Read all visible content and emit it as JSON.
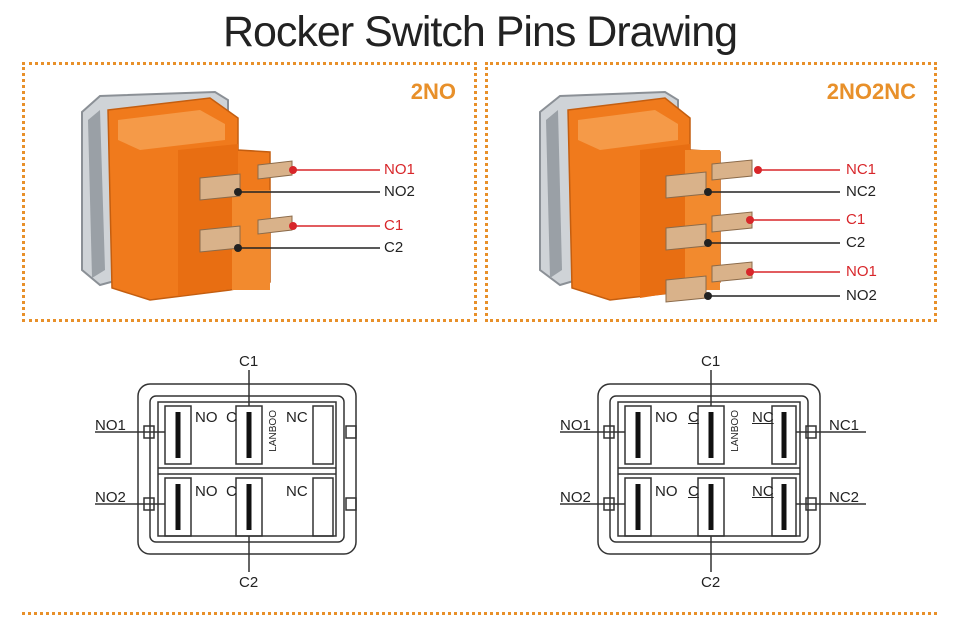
{
  "title": "Rocker Switch Pins Drawing",
  "panels": {
    "left": {
      "badge": "2NO",
      "pins": [
        "NO1",
        "NO2",
        "C1",
        "C2"
      ]
    },
    "right": {
      "badge": "2NO2NC",
      "pins": [
        "NC1",
        "NC2",
        "C1",
        "C2",
        "NO1",
        "NO2"
      ]
    }
  },
  "diagrams": {
    "left": {
      "top_terminal": "C1",
      "bottom_terminal": "C2",
      "left_terminals": [
        "NO1",
        "NO2"
      ],
      "contacts_row1": [
        "NO",
        "C",
        "NC"
      ],
      "contacts_row2": [
        "NO",
        "C",
        "NC"
      ],
      "brand": "LANBOO"
    },
    "right": {
      "top_terminal": "C1",
      "bottom_terminal": "C2",
      "left_terminals": [
        "NO1",
        "NO2"
      ],
      "right_terminals": [
        "NC1",
        "NC2"
      ],
      "contacts_row1": [
        "NO",
        "C",
        "NC"
      ],
      "contacts_row2": [
        "NO",
        "C",
        "NC"
      ],
      "brand": "LANBOO"
    }
  },
  "colors": {
    "accent": "#e8902a",
    "switch_body": "#f07a1c",
    "pin_red": "#d8262a",
    "text": "#222222"
  }
}
